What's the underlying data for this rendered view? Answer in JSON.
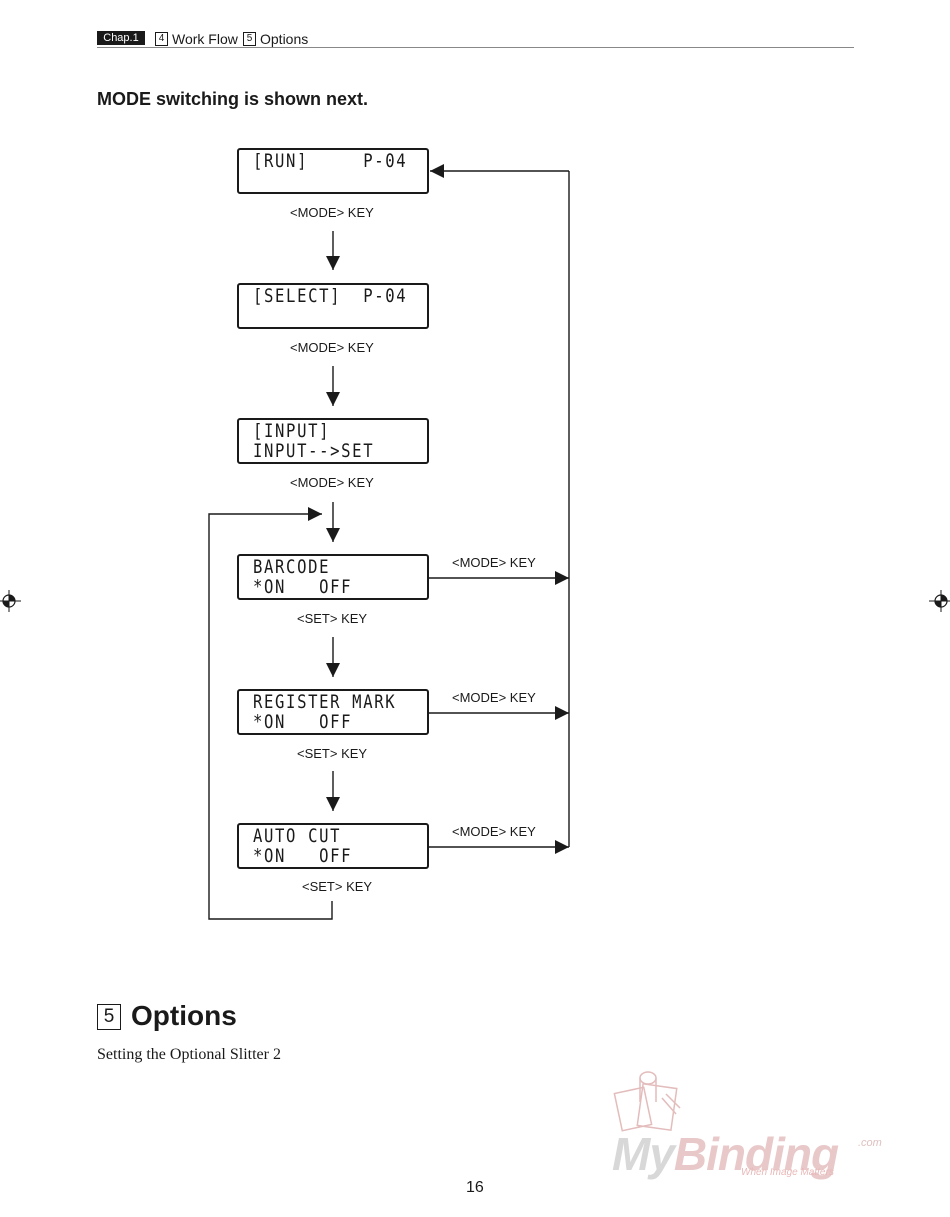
{
  "header": {
    "chap_label": "Chap.1",
    "item1_num": "4",
    "item1_label": "Work Flow",
    "item2_num": "5",
    "item2_label": "Options"
  },
  "intro": "MODE switching is shown next.",
  "panels": {
    "run": {
      "line1": "[RUN]     P-04"
    },
    "select": {
      "line1": "[SELECT]  P-04"
    },
    "input": {
      "line1": "[INPUT]",
      "line2": "INPUT-->SET"
    },
    "barcode": {
      "line1": "BARCODE",
      "line2": "*ON   OFF"
    },
    "register": {
      "line1": "REGISTER MARK",
      "line2": "*ON   OFF"
    },
    "autocut": {
      "line1": "AUTO CUT",
      "line2": "*ON   OFF"
    }
  },
  "keys": {
    "mode_key": "<MODE> KEY",
    "set_key": "<SET> KEY"
  },
  "options": {
    "num": "5",
    "title": "Options",
    "subtitle": "Setting the Optional Slitter 2"
  },
  "page_number": "16",
  "watermark": {
    "brand_a": "My",
    "brand_b": "Binding",
    "suffix": ".com",
    "tagline": "When Image Matters"
  }
}
